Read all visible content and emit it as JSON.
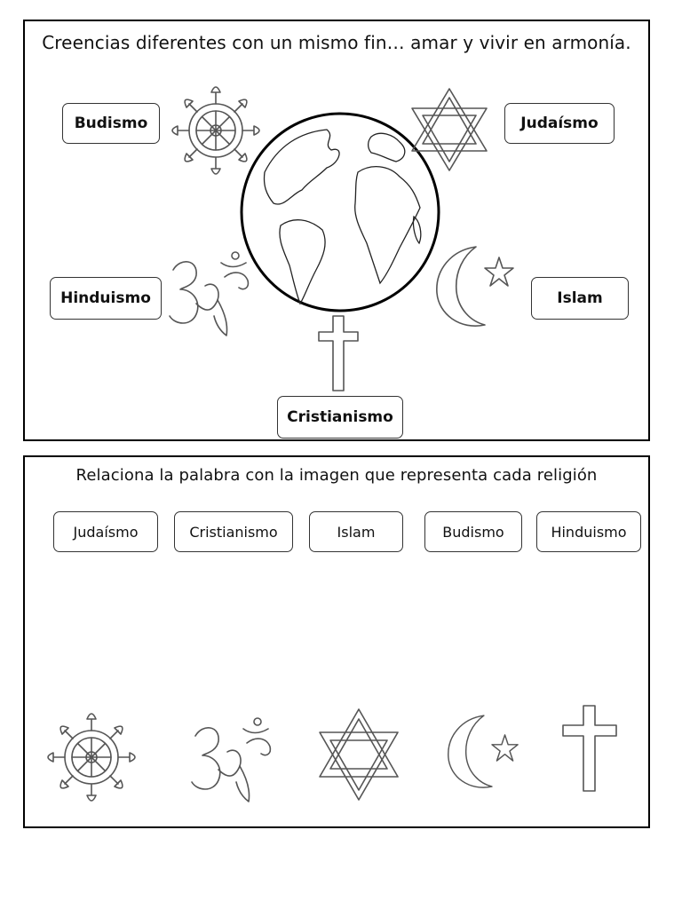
{
  "top_panel": {
    "title": "Creencias diferentes con un mismo  fin… amar y vivir en armonía.",
    "labels": {
      "budismo": "Budismo",
      "judaismo": "Judaísmo",
      "hinduismo": "Hinduismo",
      "islam": "Islam",
      "cristianismo": "Cristianismo"
    }
  },
  "bottom_panel": {
    "instruction": "Relaciona la palabra con la imagen que representa cada religión",
    "words": [
      "Judaísmo",
      "Cristianismo",
      "Islam",
      "Budismo",
      "Hinduismo"
    ],
    "symbols": [
      "dharma-wheel-icon",
      "om-icon",
      "star-of-david-icon",
      "crescent-star-icon",
      "cross-icon"
    ]
  }
}
